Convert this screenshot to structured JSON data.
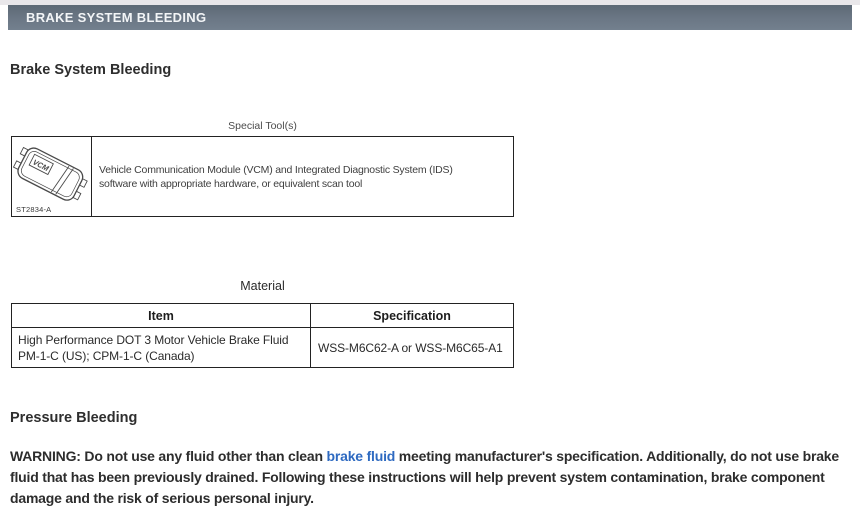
{
  "page": {
    "header_bar": {
      "title": "BRAKE SYSTEM BLEEDING"
    },
    "headings": {
      "main": "Brake System Bleeding",
      "pressure": "Pressure Bleeding"
    },
    "special_tools": {
      "caption": "Special Tool(s)",
      "tool": {
        "id_label": "ST2834-A",
        "illustration_label": "VCM",
        "illustration": "vcm-scan-tool-line-drawing",
        "description": "Vehicle Communication Module (VCM) and Integrated Diagnostic System (IDS) software with appropriate hardware, or equivalent scan tool"
      }
    },
    "material": {
      "caption": "Material",
      "columns": [
        "Item",
        "Specification"
      ],
      "rows": [
        {
          "item": "High Performance DOT 3 Motor Vehicle Brake Fluid PM-1-C (US); CPM-1-C (Canada)",
          "specification": "WSS-M6C62-A or WSS-M6C65-A1"
        }
      ]
    },
    "warning": {
      "pre": "WARNING: Do not use any fluid other than clean ",
      "link": "brake fluid",
      "post": " meeting manufacturer's specification. Additionally, do not use brake fluid that has been previously drained. Following these instructions will help prevent system contamination, brake component damage and the risk of serious personal injury."
    },
    "colors": {
      "section_bar": "#6b7785",
      "top_strip": "#e9e7ea",
      "link": "#2e6ac1",
      "text": "#2e2e2e",
      "table_border": "#222222"
    }
  }
}
